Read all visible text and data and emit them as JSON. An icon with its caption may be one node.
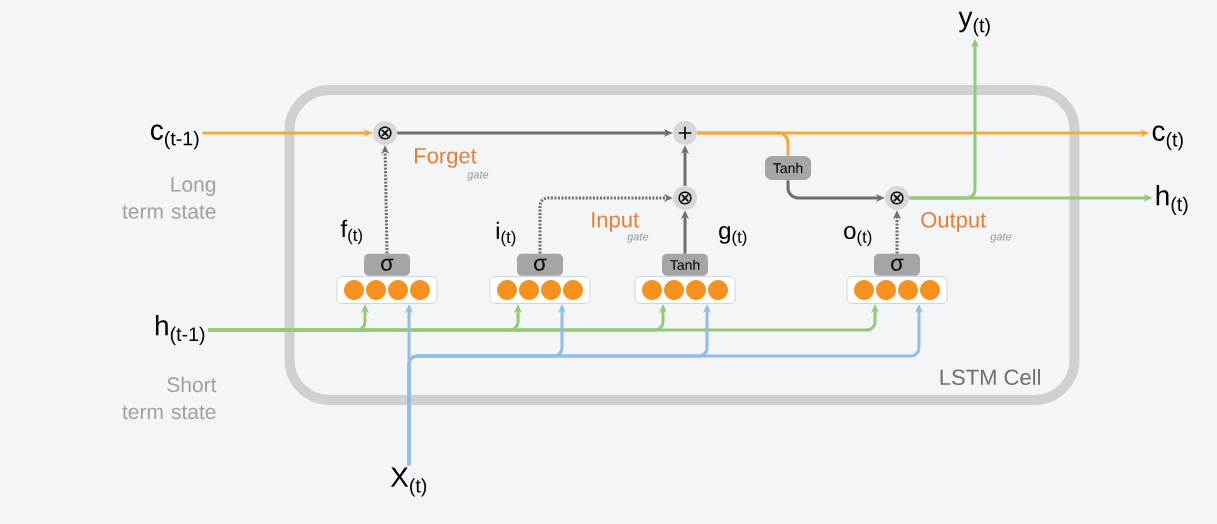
{
  "diagram": {
    "nodes": [
      {
        "text": [
          "LSTM Cell"
        ]
      },
      {
        "text": [
          "c$_{(t-1)}$"
        ],
        "beside": [
          "Long term state"
        ]
      },
      {
        "text": [
          "⊗"
        ],
        "beside": [
          "Forget",
          "gate"
        ],
        "in": 0
      },
      {
        "text": [
          "+"
        ],
        "in": 0
      },
      {
        "text": [
          "⊗"
        ],
        "beside": [
          "Input",
          "gate"
        ],
        "in": 0
      },
      {
        "text": [
          "Tanh"
        ],
        "in": 0
      },
      {
        "text": [
          "⊗"
        ],
        "beside": [
          "Output",
          "gate"
        ],
        "in": 0
      },
      {
        "text": [
          "c$_{(t)}$"
        ]
      },
      {
        "text": [
          "h$_{(t)}$"
        ]
      },
      {
        "text": [
          "y$_{(t)}$"
        ]
      },
      {
        "text": [
          "σ"
        ],
        "in": 0
      },
      {
        "text": [
          "σ"
        ],
        "in": 0
      },
      {
        "text": [
          "Tanh"
        ],
        "in": 0
      },
      {
        "text": [
          "σ"
        ],
        "in": 0
      },
      {
        "text": [
          "h$_{(t-1)}$"
        ],
        "beside": [
          "Short term state"
        ]
      },
      {
        "text": [
          "X$_{(t)}$"
        ]
      }
    ],
    "edges": [
      {
        "from": 1,
        "to": 2,
        "arrow": "to",
        "color": "#f5a93b"
      },
      {
        "from": 2,
        "to": 3,
        "arrow": "to"
      },
      {
        "from": 4,
        "to": 3,
        "arrow": "to"
      },
      {
        "from": 3,
        "to": 7,
        "arrow": "to",
        "color": "#f5a93b"
      },
      {
        "from": 3,
        "to": 5,
        "arrow": "none",
        "color": "#f5a93b"
      },
      {
        "from": 5,
        "to": 6,
        "arrow": "to"
      },
      {
        "from": 6,
        "to": 8,
        "arrow": "to",
        "color": "#93c979"
      },
      {
        "from": 6,
        "to": 9,
        "arrow": "to",
        "color": "#93c979"
      },
      {
        "from": 10,
        "to": 2,
        "arrow": "to",
        "style": "dashed",
        "label": "f$_{(t)}$"
      },
      {
        "from": 11,
        "to": 4,
        "arrow": "to",
        "style": "dashed",
        "label": "i$_{(t)}$"
      },
      {
        "from": 12,
        "to": 4,
        "arrow": "to",
        "label": "g$_{(t)}$"
      },
      {
        "from": 13,
        "to": 6,
        "arrow": "to",
        "style": "dashed",
        "label": "o$_{(t)}$"
      },
      {
        "from": 14,
        "to": 10,
        "arrow": "to",
        "color": "#93c979"
      },
      {
        "from": 14,
        "to": 11,
        "arrow": "to",
        "color": "#93c979"
      },
      {
        "from": 14,
        "to": 12,
        "arrow": "to",
        "color": "#93c979"
      },
      {
        "from": 14,
        "to": 13,
        "arrow": "to",
        "color": "#93c979"
      },
      {
        "from": 15,
        "to": 10,
        "arrow": "to",
        "color": "#93bde3"
      },
      {
        "from": 15,
        "to": 11,
        "arrow": "to",
        "color": "#93bde3"
      },
      {
        "from": 15,
        "to": 12,
        "arrow": "to",
        "color": "#93bde3"
      },
      {
        "from": 15,
        "to": 13,
        "arrow": "to",
        "color": "#93bde3"
      }
    ]
  }
}
